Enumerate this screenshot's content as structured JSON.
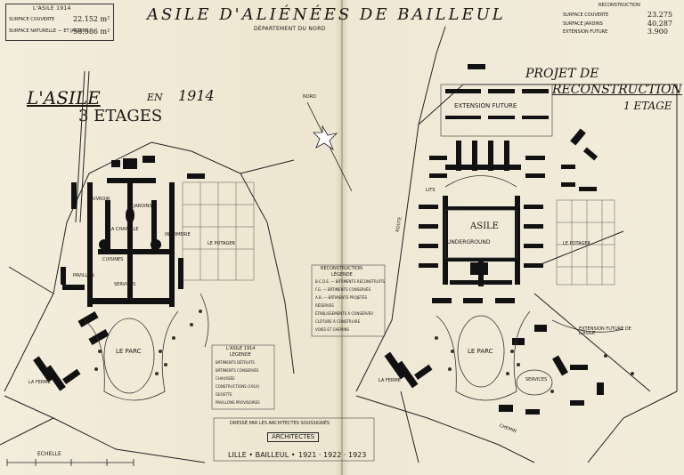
{
  "header": {
    "title": "ASILE D'ALIÉNÉES DE BAILLEUL",
    "subtitle": "DÉPARTEMENT DU NORD"
  },
  "stats_left": {
    "heading": "L'ASILE 1914",
    "rows": [
      {
        "label": "SURFACE COUVERTE",
        "value": "22.152 m²"
      },
      {
        "label": "SURFACE NATURELLE — ET JARDINS",
        "value": "58.586 m²"
      }
    ]
  },
  "stats_right": {
    "heading": "RECONSTRUCTION",
    "rows": [
      {
        "label": "SURFACE COUVERTE",
        "value": "23.275"
      },
      {
        "label": "SURFACE JARDINS",
        "value": "40.287"
      },
      {
        "label": "EXTENSION FUTURE",
        "value": "3.900"
      }
    ]
  },
  "left_plan": {
    "title_line1": "L'ASILE",
    "title_year_prefix": "EN",
    "title_year": "1914",
    "title_line2": "3 ETAGES",
    "labels": {
      "chapelle": "LA CHAPELLE",
      "cuisines": "CUISINES",
      "services": "SERVICES",
      "jardins": "JARDINS",
      "parc": "LE PARC",
      "potager": "LE POTAGER",
      "ferme": "LA FERME",
      "pavillon": "PAVILLON",
      "infirmerie": "INFIRMERIE",
      "ouvroir": "OUVROIR"
    }
  },
  "right_plan": {
    "title_line1": "PROJET DE",
    "title_line2": "RECONSTRUCTION",
    "title_line3": "1 ETAGE",
    "labels": {
      "extension": "EXTENSION FUTURE",
      "asile": "ASILE",
      "underground": "UNDERGROUND",
      "potager": "LE POTAGER",
      "parc": "LE PARC",
      "ferme": "LA FERME",
      "extension2": "EXTENSION FUTURE DE L'ASILE",
      "lits": "LITS",
      "services": "SERVICES"
    }
  },
  "north": {
    "label": "NORD"
  },
  "legend_reconstruction": {
    "title": "RECONSTRUCTION",
    "subtitle": "LÉGENDE",
    "items": [
      "B.C.D.E. — BÂTIMENTS RECONSTRUITS",
      "F.G. — BÂTIMENTS CONSERVÉS",
      "A.B. — BÂTIMENTS PROJETÉS",
      "RÉSERVES",
      "ÉTABLISSEMENTS À CONSERVER",
      "CLÔTURE À CONSTRUIRE",
      "VOIES ET CHEMINS"
    ]
  },
  "legend_1914": {
    "title": "L'ASILE 1914",
    "subtitle": "LÉGENDE",
    "items": [
      "BÂTIMENTS DÉTRUITS",
      "BÂTIMENTS CONSERVÉS",
      "CHAUSSÉE",
      "CONSTRUCTIONS (1914)",
      "GEOETTE",
      "PAVILLONS PROVISOIRES"
    ]
  },
  "signature": {
    "line1": "DRESSÉ PAR LES ARCHITECTES SOUSSIGNÉS",
    "line2": "ARCHITECTES",
    "place": "LILLE • BAILLEUL •",
    "dates": "1921 · 1922 · 1923"
  },
  "scale": {
    "label": "ECHELLE"
  },
  "road_labels": {
    "route1": "ROUTE",
    "chemin": "CHEMIN"
  }
}
